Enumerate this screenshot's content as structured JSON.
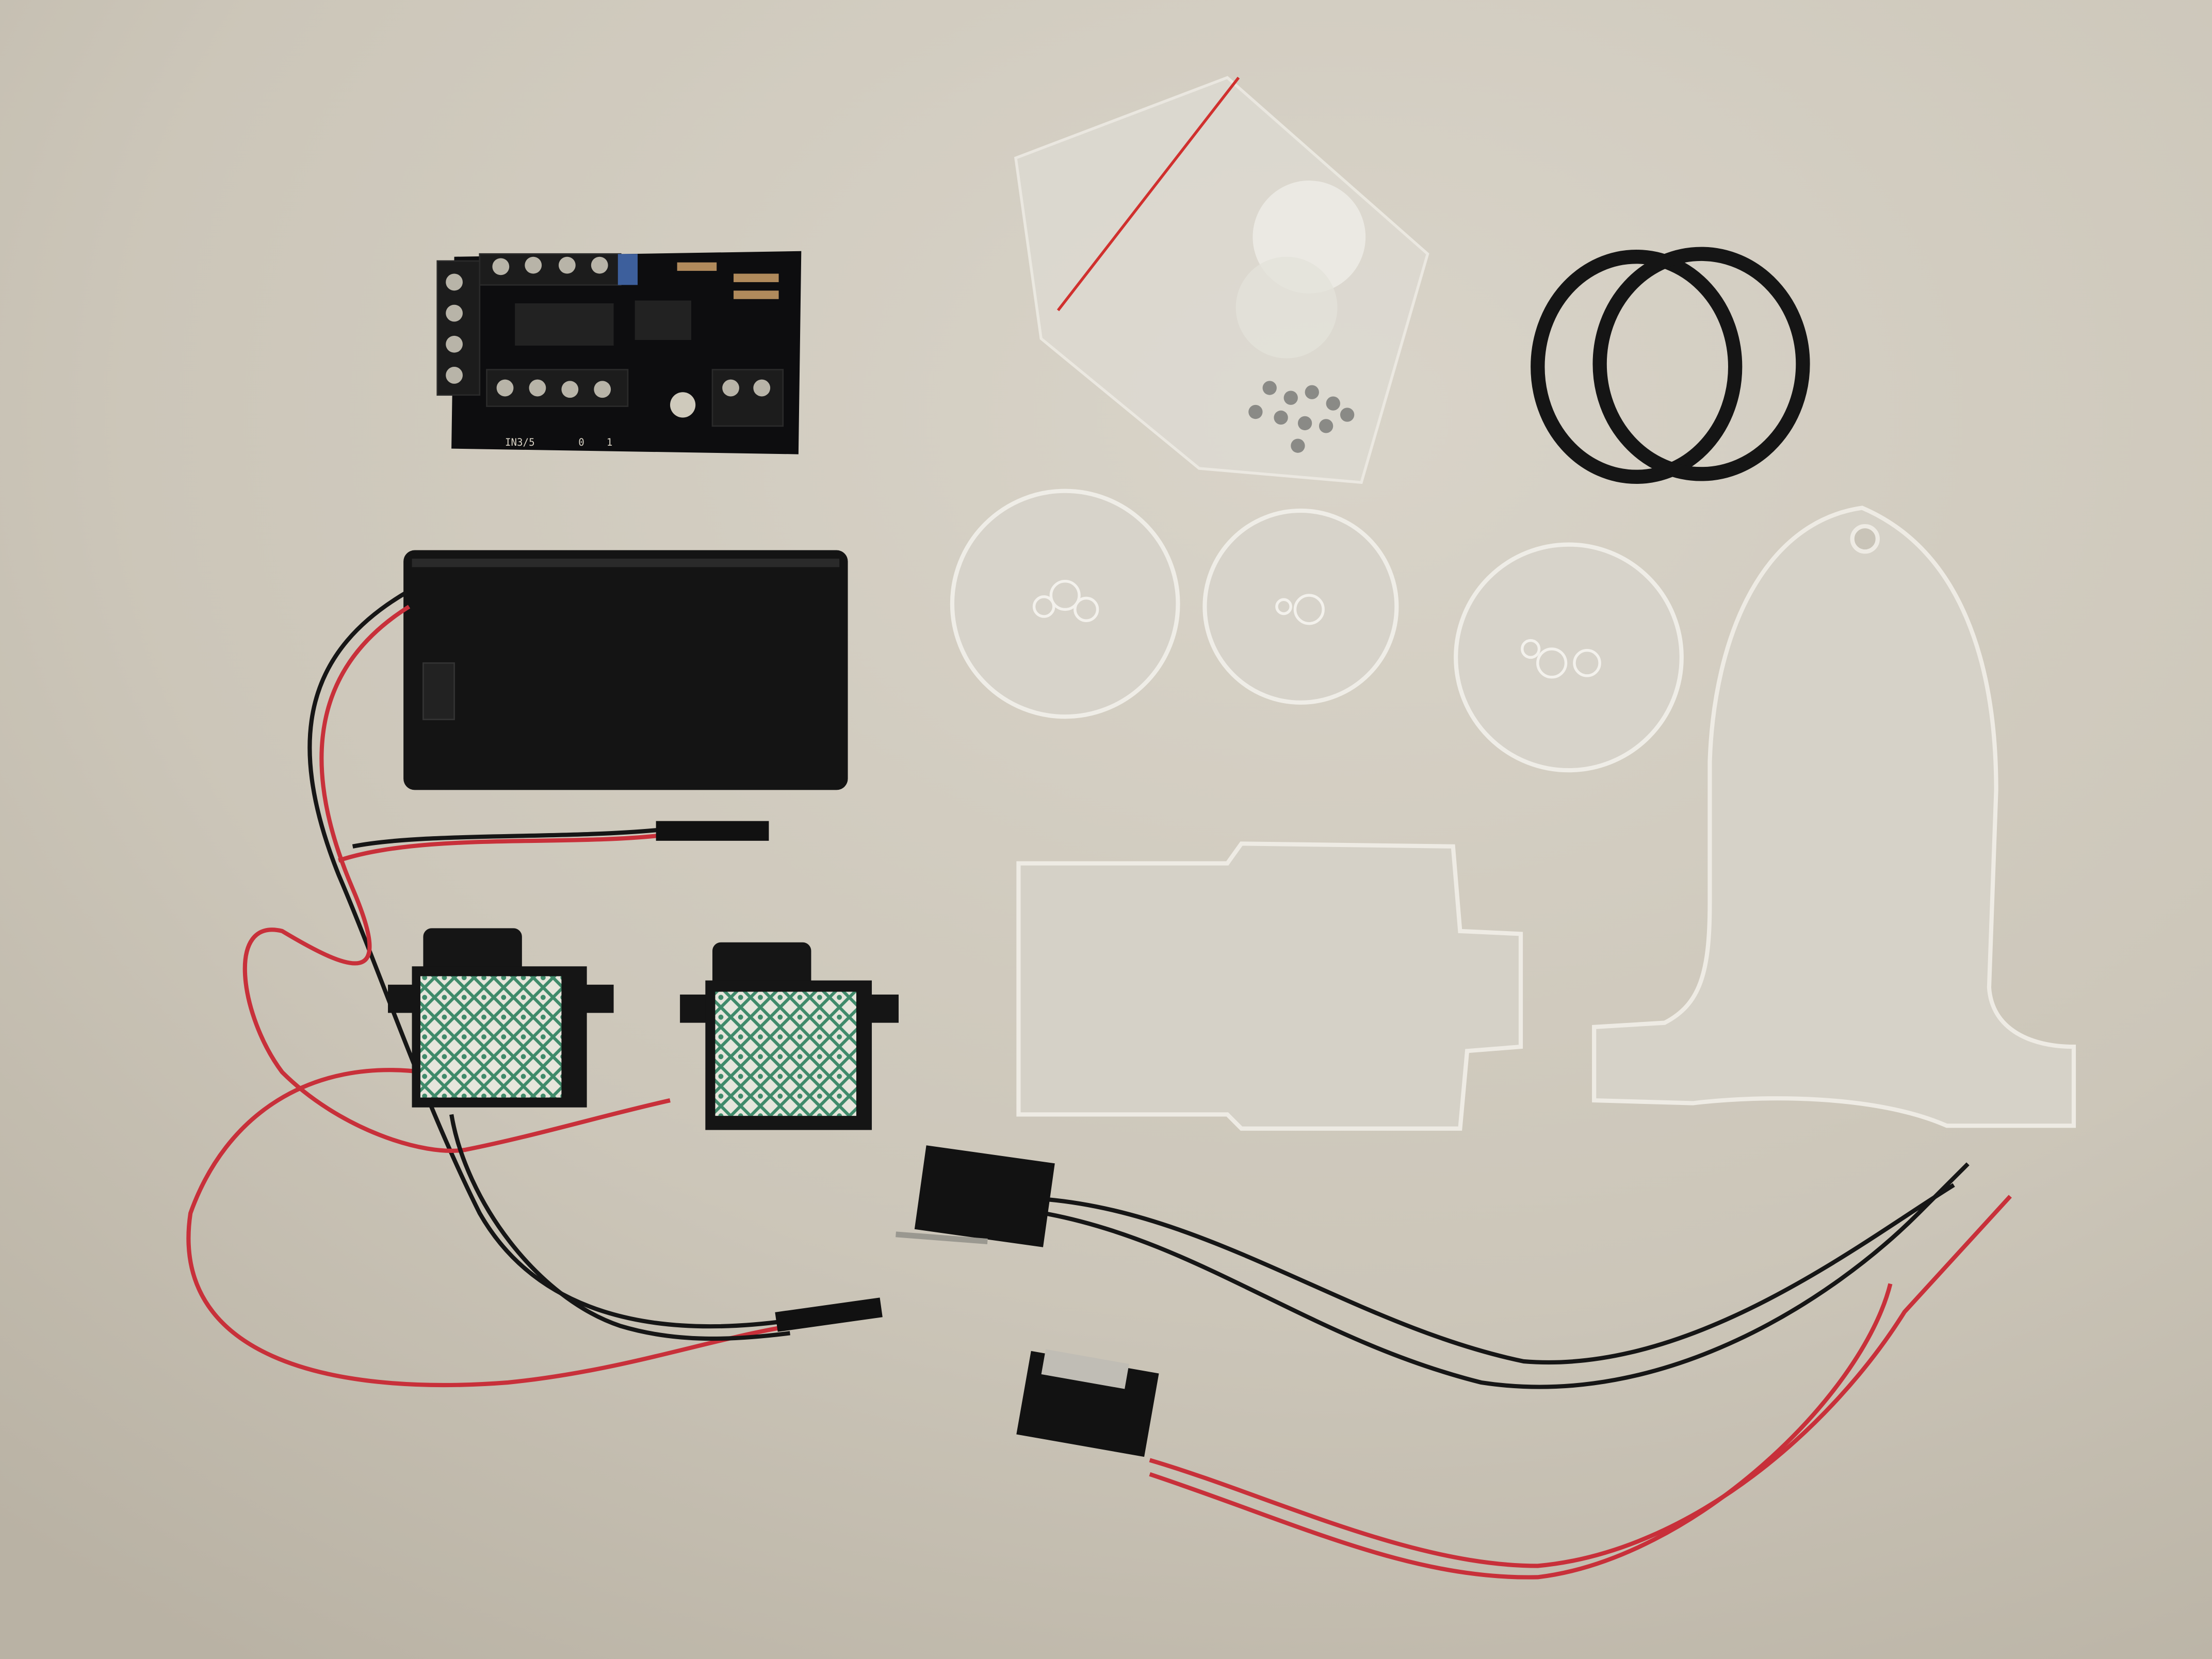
{
  "scene": {
    "pcb": {
      "silkscreen_labels": [
        "IN3/5",
        "0",
        "1"
      ]
    },
    "colors": {
      "background": "#cbc5b8",
      "pcb": "#0d0d0f",
      "wire_red": "#c8303a",
      "wire_black": "#161616",
      "servo_pad_green": "#3f8a6a",
      "acrylic_edge": "#ece9e2"
    }
  }
}
